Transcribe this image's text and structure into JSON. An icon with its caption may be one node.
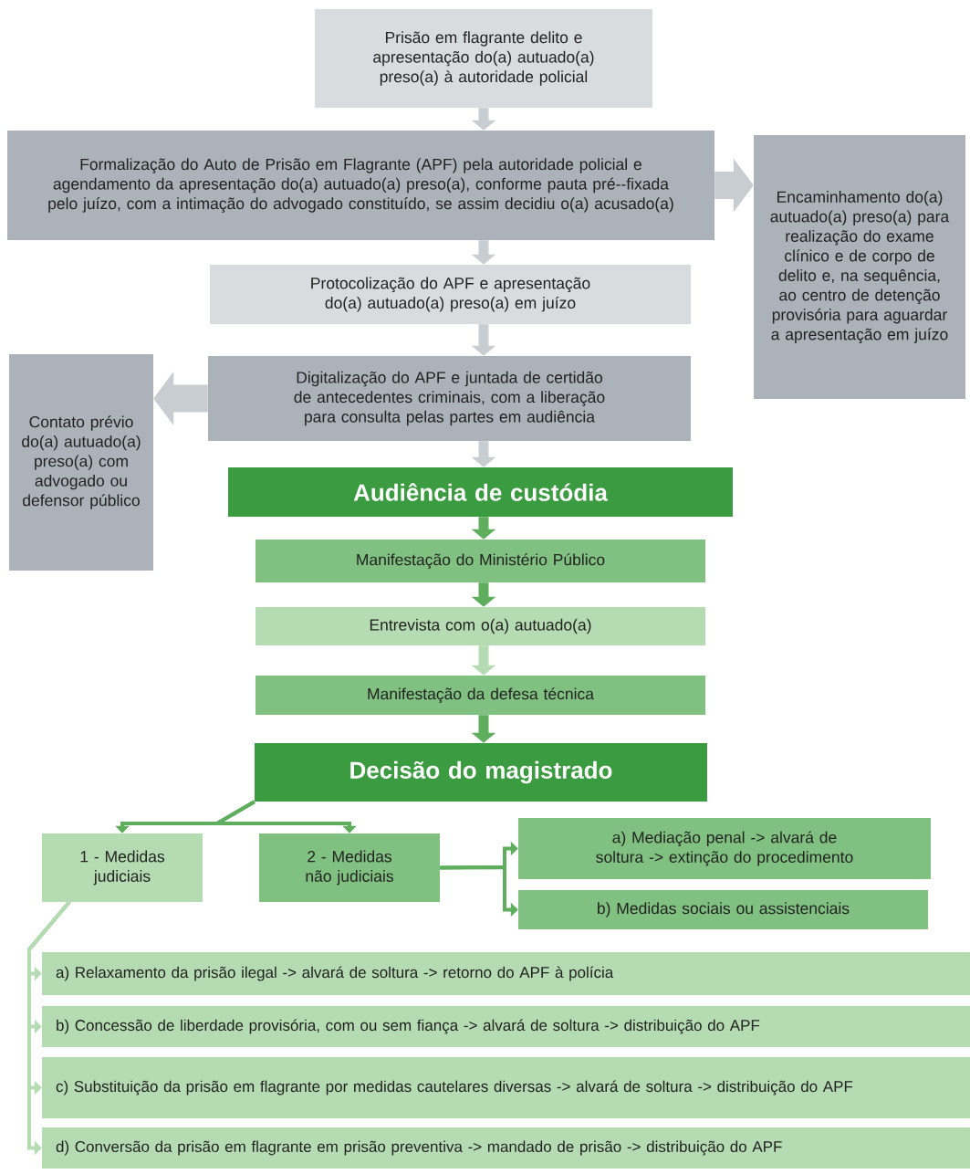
{
  "diagram": {
    "nodes": [
      {
        "text": [
          "Prisão em flagrante delito e apresentação do(a) autuado(a) preso(a) à autoridade policial"
        ]
      },
      {
        "text": [
          "Formalização do Auto de Prisão em Flagrante (APF) pela autoridade policial e agendamento da apresentação do(a) autuado(a) preso(a), conforme pauta pré--fixada pelo juízo, com a intimação do advogado constituído, se assim decidiu o(a) acusado(a)"
        ]
      },
      {
        "text": [
          "Encaminhamento do(a) autuado(a) preso(a) para realização do exame clínico e de corpo de delito e, na sequência, ao centro de detenção provisória para aguardar a apresentação em juízo"
        ]
      },
      {
        "text": [
          "Protocolização do APF e apresentação do(a) autuado(a) preso(a) em juízo"
        ]
      },
      {
        "text": [
          "Digitalização do APF e juntada de certidão de antecedentes criminais, com a liberação para consulta pelas partes em audiência"
        ]
      },
      {
        "text": [
          "Contato prévio do(a) autuado(a) preso(a) com advogado ou defensor público"
        ]
      },
      {
        "text": [
          "Audiência de custódia"
        ]
      },
      {
        "text": [
          "Manifestação do Ministério Público"
        ]
      },
      {
        "text": [
          "Entrevista com o(a) autuado(a)"
        ]
      },
      {
        "text": [
          "Manifestação da defesa técnica"
        ]
      },
      {
        "text": [
          "Decisão do magistrado"
        ]
      },
      {
        "text": [
          "1 - Medidas judiciais"
        ]
      },
      {
        "text": [
          "2 - Medidas não judiciais"
        ]
      },
      {
        "text": [
          "a) Mediação penal -> alvará de soltura -> extinção do procedimento"
        ]
      },
      {
        "text": [
          "b) Medidas sociais ou assistenciais"
        ]
      },
      {
        "text": [
          "a) Relaxamento da prisão ilegal -> alvará de soltura -> retorno do APF à polícia"
        ]
      },
      {
        "text": [
          "b) Concessão de liberdade provisória, com ou sem fiança -> alvará de soltura -> distribuição do APF"
        ]
      },
      {
        "text": [
          "c) Substituição da prisão em flagrante por medidas cautelares diversas -> alvará de soltura -> distribuição do APF"
        ]
      },
      {
        "text": [
          "d) Conversão da prisão em flagrante em prisão preventiva -> mandado de prisão -> distribuição do APF"
        ]
      }
    ],
    "edges": [
      {
        "from": 0,
        "to": 1,
        "arrow": "to",
        "color": "#c8cdd2"
      },
      {
        "from": 1,
        "to": 2,
        "arrow": "to",
        "color": "#c8cdd2",
        "style": "thick"
      },
      {
        "from": 1,
        "to": 3,
        "arrow": "to",
        "color": "#c8cdd2"
      },
      {
        "from": 3,
        "to": 4,
        "arrow": "to",
        "color": "#c8cdd2"
      },
      {
        "from": 4,
        "to": 5,
        "arrow": "to",
        "color": "#c8cdd2",
        "style": "thick"
      },
      {
        "from": 4,
        "to": 6,
        "arrow": "to",
        "color": "#c8cdd2"
      },
      {
        "from": 6,
        "to": 7,
        "arrow": "to"
      },
      {
        "from": 7,
        "to": 8,
        "arrow": "to"
      },
      {
        "from": 8,
        "to": 9,
        "arrow": "to",
        "color": "#b5dbb2"
      },
      {
        "from": 9,
        "to": 10,
        "arrow": "to"
      },
      {
        "from": 10,
        "to": 11,
        "arrow": "to"
      },
      {
        "from": 10,
        "to": 12,
        "arrow": "to"
      },
      {
        "from": 12,
        "to": 13,
        "arrow": "to"
      },
      {
        "from": 12,
        "to": 14,
        "arrow": "to"
      },
      {
        "from": 11,
        "to": 15,
        "arrow": "to",
        "color": "#b5dbb2"
      },
      {
        "from": 11,
        "to": 16,
        "arrow": "to",
        "color": "#b5dbb2"
      },
      {
        "from": 11,
        "to": 17,
        "arrow": "to",
        "color": "#b5dbb2"
      },
      {
        "from": 11,
        "to": 18,
        "arrow": "to",
        "color": "#b5dbb2"
      }
    ]
  }
}
